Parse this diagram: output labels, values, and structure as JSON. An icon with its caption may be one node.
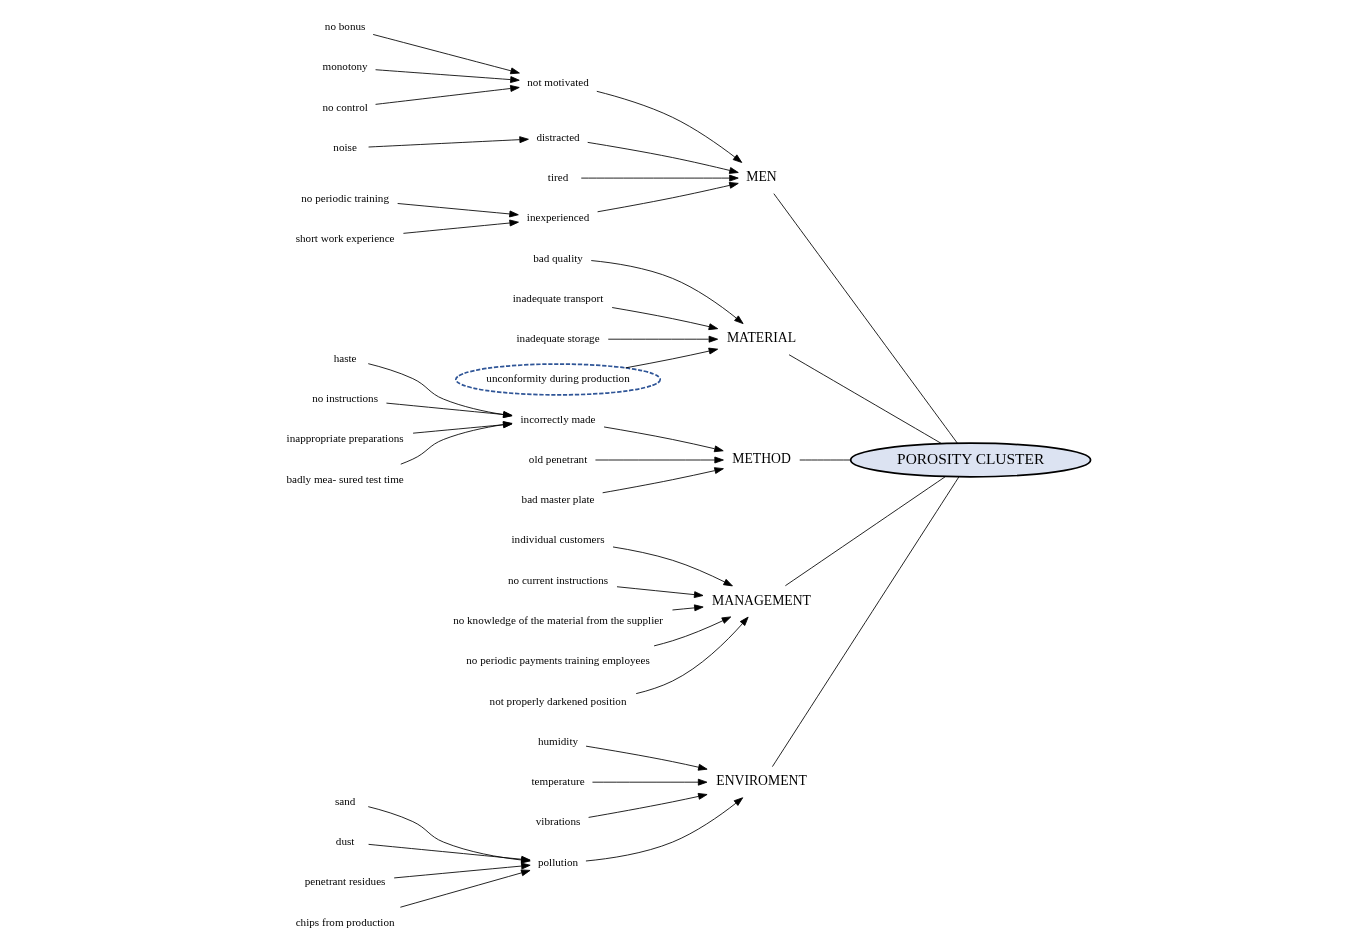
{
  "diagram": {
    "nodes": [
      {
        "text": [
          "POROSITY CLUSTER"
        ]
      },
      {
        "text": [
          "MEN"
        ]
      },
      {
        "text": [
          "MATERIAL"
        ]
      },
      {
        "text": [
          "METHOD"
        ]
      },
      {
        "text": [
          "MANAGEMENT"
        ]
      },
      {
        "text": [
          "ENVIROMENT"
        ]
      },
      {
        "text": [
          "not motivated"
        ]
      },
      {
        "text": [
          "no bonus"
        ]
      },
      {
        "text": [
          "monotony"
        ]
      },
      {
        "text": [
          "no control"
        ]
      },
      {
        "text": [
          "noise"
        ]
      },
      {
        "text": [
          "distracted"
        ]
      },
      {
        "text": [
          "tired"
        ]
      },
      {
        "text": [
          "bad quality"
        ]
      },
      {
        "text": [
          "no periodic training"
        ]
      },
      {
        "text": [
          "short work experience"
        ]
      },
      {
        "text": [
          "inexperienced"
        ]
      },
      {
        "text": [
          "inadequate transport"
        ]
      },
      {
        "text": [
          "inadequate storage"
        ]
      },
      {
        "text": [
          "unconformity during production"
        ]
      },
      {
        "text": [
          "haste"
        ]
      },
      {
        "text": [
          "no instructions"
        ]
      },
      {
        "text": [
          "inappropriate preparations"
        ]
      },
      {
        "text": [
          "incorrectly made"
        ]
      },
      {
        "text": [
          "badly mea- sured test time"
        ]
      },
      {
        "text": [
          "old penetrant"
        ]
      },
      {
        "text": [
          "bad master plate"
        ]
      },
      {
        "text": [
          "individual customers"
        ]
      },
      {
        "text": [
          "no current instructions"
        ]
      },
      {
        "text": [
          "no knowledge of the material from the supplier"
        ]
      },
      {
        "text": [
          "no periodic payments training employees"
        ]
      },
      {
        "text": [
          "not properly darkened position"
        ]
      },
      {
        "text": [
          "humidity"
        ]
      },
      {
        "text": [
          "temperature"
        ]
      },
      {
        "text": [
          "vibrations"
        ]
      },
      {
        "text": [
          "sand"
        ]
      },
      {
        "text": [
          "dust"
        ]
      },
      {
        "text": [
          "pollution"
        ]
      },
      {
        "text": [
          "penetrant residues"
        ]
      },
      {
        "text": [
          "chips from production"
        ]
      }
    ],
    "edges": [
      {
        "from": 1,
        "to": 0,
        "arrow": "none"
      },
      {
        "from": 2,
        "to": 0,
        "arrow": "none"
      },
      {
        "from": 3,
        "to": 0,
        "arrow": "none"
      },
      {
        "from": 4,
        "to": 0,
        "arrow": "none"
      },
      {
        "from": 5,
        "to": 0,
        "arrow": "none"
      },
      {
        "from": 6,
        "to": 1,
        "arrow": "to"
      },
      {
        "from": 7,
        "to": 6,
        "arrow": "to"
      },
      {
        "from": 8,
        "to": 6,
        "arrow": "to"
      },
      {
        "from": 9,
        "to": 6,
        "arrow": "to"
      },
      {
        "from": 10,
        "to": 11,
        "arrow": "to"
      },
      {
        "from": 11,
        "to": 1,
        "arrow": "to"
      },
      {
        "from": 12,
        "to": 1,
        "arrow": "to"
      },
      {
        "from": 13,
        "to": 2,
        "arrow": "to"
      },
      {
        "from": 14,
        "to": 16,
        "arrow": "to"
      },
      {
        "from": 15,
        "to": 16,
        "arrow": "to"
      },
      {
        "from": 16,
        "to": 1,
        "arrow": "to"
      },
      {
        "from": 17,
        "to": 2,
        "arrow": "to"
      },
      {
        "from": 18,
        "to": 2,
        "arrow": "to"
      },
      {
        "from": 19,
        "to": 2,
        "arrow": "to"
      },
      {
        "from": 20,
        "to": 23,
        "arrow": "to"
      },
      {
        "from": 21,
        "to": 23,
        "arrow": "to"
      },
      {
        "from": 22,
        "to": 23,
        "arrow": "to"
      },
      {
        "from": 24,
        "to": 23,
        "arrow": "to"
      },
      {
        "from": 23,
        "to": 3,
        "arrow": "to"
      },
      {
        "from": 25,
        "to": 3,
        "arrow": "to"
      },
      {
        "from": 26,
        "to": 3,
        "arrow": "to"
      },
      {
        "from": 27,
        "to": 4,
        "arrow": "to"
      },
      {
        "from": 28,
        "to": 4,
        "arrow": "to"
      },
      {
        "from": 29,
        "to": 4,
        "arrow": "to"
      },
      {
        "from": 30,
        "to": 4,
        "arrow": "to"
      },
      {
        "from": 31,
        "to": 4,
        "arrow": "to"
      },
      {
        "from": 32,
        "to": 5,
        "arrow": "to"
      },
      {
        "from": 33,
        "to": 5,
        "arrow": "to"
      },
      {
        "from": 34,
        "to": 5,
        "arrow": "to"
      },
      {
        "from": 35,
        "to": 37,
        "arrow": "to"
      },
      {
        "from": 36,
        "to": 37,
        "arrow": "to"
      },
      {
        "from": 38,
        "to": 37,
        "arrow": "to"
      },
      {
        "from": 39,
        "to": 37,
        "arrow": "to"
      },
      {
        "from": 37,
        "to": 5,
        "arrow": "to"
      }
    ]
  }
}
